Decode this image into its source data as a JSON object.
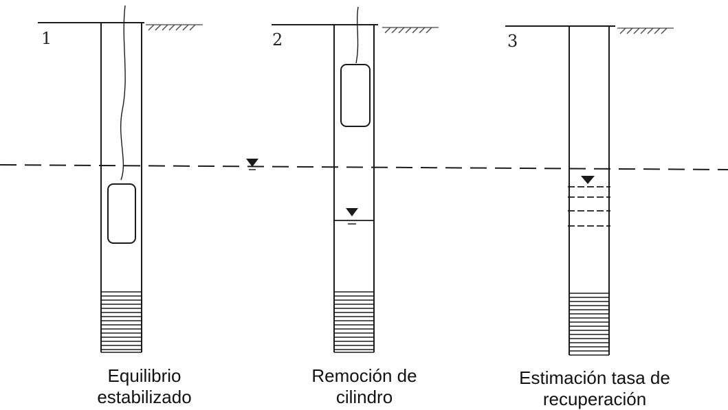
{
  "panels": [
    {
      "number": "1",
      "caption": [
        "Equilibrio",
        "estabilizado"
      ]
    },
    {
      "number": "2",
      "caption": [
        "Remoción de",
        "cilindro"
      ]
    },
    {
      "number": "3",
      "caption": [
        "Estimación tasa de",
        "recuperación"
      ]
    }
  ],
  "colors": {
    "line": "#1a1a1a",
    "hatch": "#444444",
    "background": "#ffffff"
  }
}
